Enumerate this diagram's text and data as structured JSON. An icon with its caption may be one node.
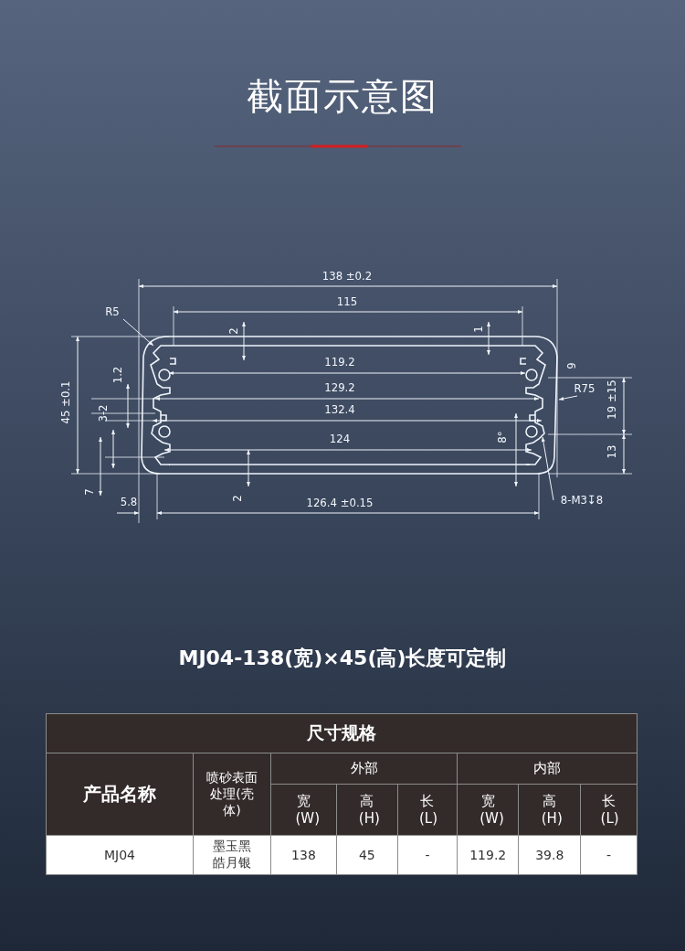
{
  "diagram": {
    "title": "截面示意图",
    "caption": "MJ04-138(宽)×45(高)长度可定制",
    "nodes": [
      {
        "text": [
          "R5"
        ]
      },
      {
        "text": [
          "R75"
        ]
      },
      {
        "text": [
          "8-M3↧8"
        ]
      }
    ],
    "edges": [
      {
        "from": 0,
        "to": null,
        "arrow": "to"
      },
      {
        "from": 1,
        "to": null,
        "arrow": "to"
      },
      {
        "from": 2,
        "to": null,
        "arrow": "to"
      }
    ],
    "labels": [
      "138 ±0.2",
      "115",
      "2",
      "1",
      "119.2",
      "1.2",
      "9",
      "129.2",
      "45 ±0.1",
      "19 ±15",
      "132.4",
      "3-2",
      "124",
      "8°",
      "13",
      "7",
      "2",
      "5.8",
      "126.4 ±0.15",
      "尺寸规格",
      "产品名称",
      "喷砂表面处理(壳体)",
      "外部",
      "内部",
      "宽(W)",
      "高(H)",
      "长(L)",
      "宽(W)",
      "高(H)",
      "长(L)",
      "MJ04",
      "墨玉黑皓月银",
      "138",
      "45",
      "-",
      "119.2",
      "39.8",
      "-"
    ]
  }
}
